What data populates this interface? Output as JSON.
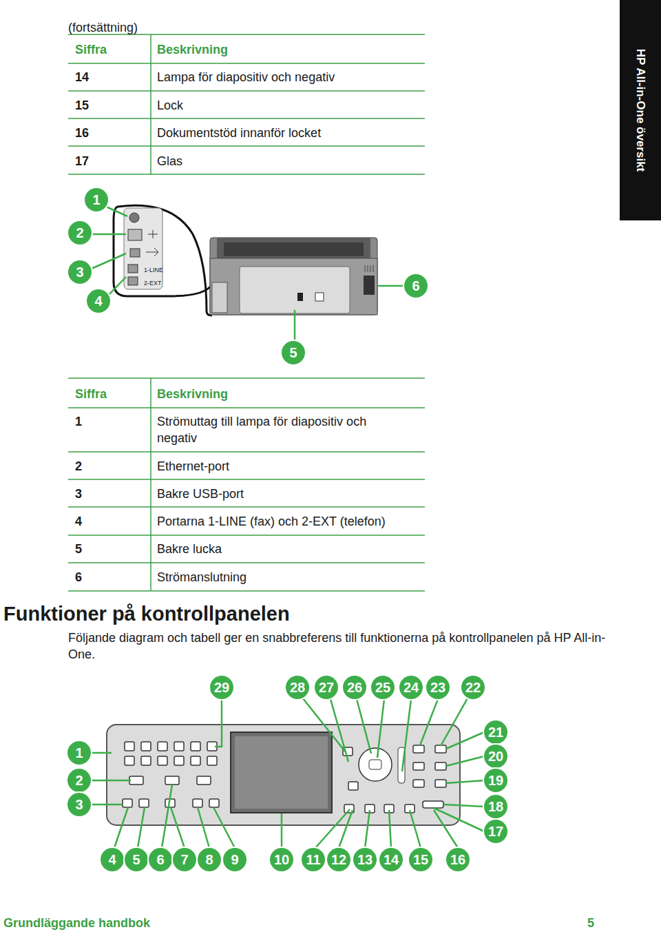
{
  "diagram": {
    "title": "Funktioner på kontrollpanelen",
    "nodes": [
      {
        "text": [
          "HP All-in-One översikt"
        ]
      }
    ],
    "labels": [
      "(fortsättning)",
      "Siffra",
      "Beskrivning",
      "14",
      "Lampa för diapositiv och negativ",
      "15",
      "Lock",
      "16",
      "Dokumentstöd innanför locket",
      "17",
      "Glas",
      "1",
      "2",
      "3",
      "4",
      "6",
      "5",
      "1-LINE",
      "2-EXT",
      "Siffra",
      "Beskrivning",
      "1",
      "Strömuttag till lampa för diapositiv och negativ",
      "2",
      "Ethernet-port",
      "3",
      "Bakre USB-port",
      "4",
      "Portarna 1-LINE (fax) och 2-EXT (telefon)",
      "5",
      "Bakre lucka",
      "6",
      "Strömanslutning",
      "Följande diagram och tabell ger en snabbreferens till funktionerna på kontrollpanelen på HP All-in-One.",
      "29",
      "28",
      "27",
      "26",
      "25",
      "24",
      "23",
      "22",
      "21",
      "1",
      "20",
      "2",
      "19",
      "3",
      "18",
      "17",
      "4",
      "5",
      "6",
      "7",
      "8",
      "9",
      "10",
      "11",
      "12",
      "13",
      "14",
      "15",
      "16",
      "Grundläggande handbok",
      "5"
    ]
  }
}
